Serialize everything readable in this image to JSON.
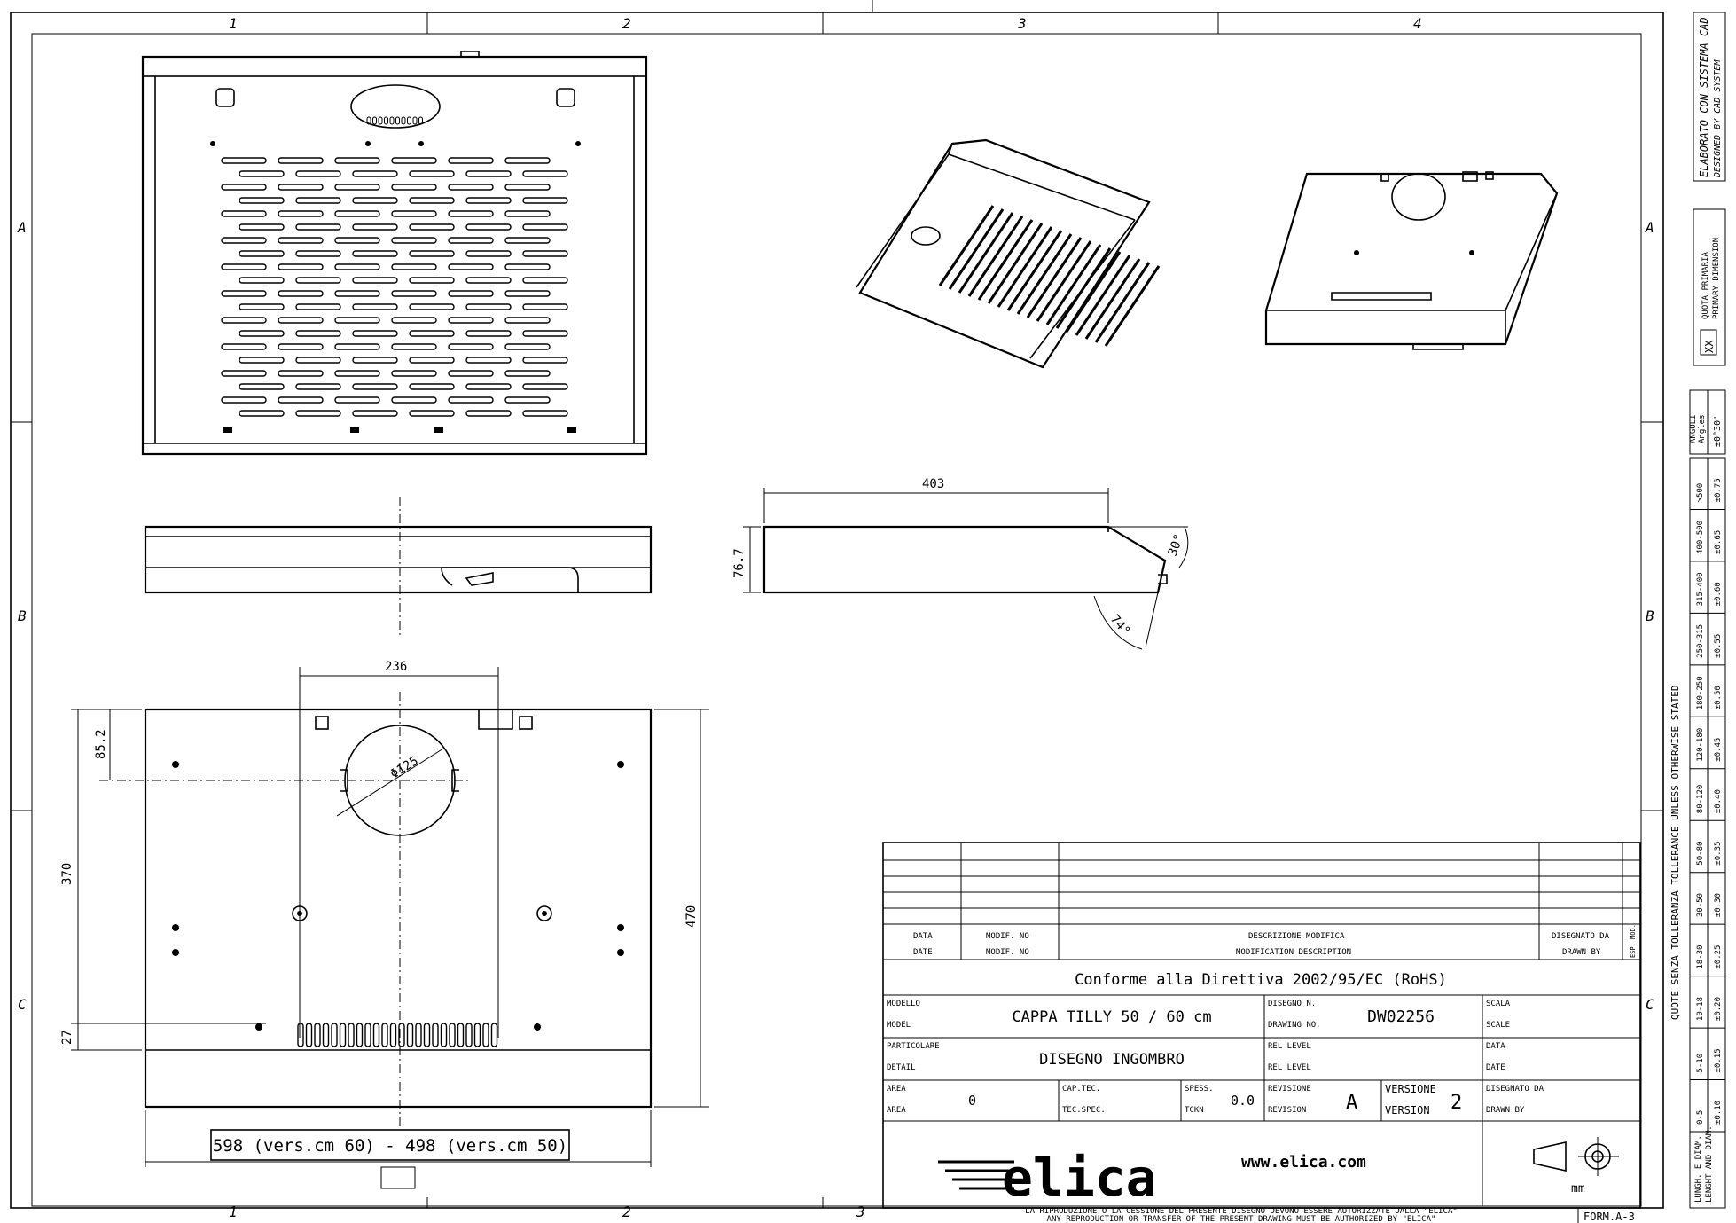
{
  "grid": {
    "columns": [
      "1",
      "2",
      "3",
      "4"
    ],
    "rows": [
      "A",
      "B",
      "C"
    ]
  },
  "side_strip": {
    "cad_line1": "ELABORATO CON SISTEMA CAD",
    "cad_line2": "DESIGNED BY CAD SYSTEM",
    "quota_line1": "QUOTA PRIMARIA",
    "quota_line2": "PRIMARY DIMENSION",
    "quota_box": "XX",
    "angles_label1": "ANGOLI",
    "angles_label2": "Angles",
    "angles_value": "±0°30'",
    "tolerance_title1": "QUOTE SENZA TOLLERANZA   TOLLERANCE UNLESS OTHERWISE STATED",
    "tolerance_ranges": [
      {
        "range": ">500",
        "tol": "±0.75"
      },
      {
        "range": "400-500",
        "tol": "±0.65"
      },
      {
        "range": "315-400",
        "tol": "±0.60"
      },
      {
        "range": "250-315",
        "tol": "±0.55"
      },
      {
        "range": "180-250",
        "tol": "±0.50"
      },
      {
        "range": "120-180",
        "tol": "±0.45"
      },
      {
        "range": "80-120",
        "tol": "±0.40"
      },
      {
        "range": "50-80",
        "tol": "±0.35"
      },
      {
        "range": "30-50",
        "tol": "±0.30"
      },
      {
        "range": "18-30",
        "tol": "±0.25"
      },
      {
        "range": "10-18",
        "tol": "±0.20"
      },
      {
        "range": "5-10",
        "tol": "±0.15"
      },
      {
        "range": "0-5",
        "tol": "±0.10"
      }
    ],
    "lungh_line1": "LUNGH. E DIAM.",
    "lungh_line2": "LENGHT AND DIAM."
  },
  "dimensions": {
    "side_length": "403",
    "side_height": "76.7",
    "angle_top": "30°",
    "angle_bottom": "74°",
    "outlet_spacing": "236",
    "outlet_offset": "85.2",
    "outlet_diameter": "Φ125",
    "depth_370": "370",
    "depth_27": "27",
    "depth_470": "470",
    "width_label": "598 (vers.cm 60) - 498 (vers.cm 50)"
  },
  "title_block": {
    "rev_header": {
      "data": "DATA",
      "date": "DATE",
      "modif": "MODIF. NO",
      "modif2": "MODIF. NO",
      "desc": "DESCRIZIONE MODIFICA",
      "desc2": "MODIFICATION DESCRIPTION",
      "drawn": "DISEGNATO DA",
      "drawn2": "DRAWN BY",
      "esp": "ESP. MOD."
    },
    "conformity": "Conforme alla Direttiva 2002/95/EC (RoHS)",
    "modello_label": "MODELLO",
    "model_label": "MODEL",
    "model_value": "CAPPA TILLY 50 / 60 cm",
    "disegno_label": "DISEGNO N.",
    "drawing_label": "DRAWING NO.",
    "drawing_value": "DW02256",
    "scala_label": "SCALA",
    "scale_label": "SCALE",
    "particolare_label": "PARTICOLARE",
    "detail_label": "DETAIL",
    "detail_value": "DISEGNO INGOMBRO",
    "rel_level1": "REL LEVEL",
    "rel_level2": "REL LEVEL",
    "data_label": "DATA",
    "date_label": "DATE",
    "area_label": "AREA",
    "area_label2": "AREA",
    "area_value": "0",
    "captec_label": "CAP.TEC.",
    "tecspec_label": "TEC.SPEC.",
    "spess_label": "SPESS.",
    "tckn_label": "TCKN",
    "spess_value": "0.0",
    "revisione_label": "REVISIONE",
    "revision_label": "REVISION",
    "revision_value": "A",
    "versione_label": "VERSIONE",
    "version_label": "VERSION",
    "version_value": "2",
    "disegnato_label": "DISEGNATO DA",
    "drawnby_label": "DRAWN BY",
    "logo": "elica",
    "website": "www.elica.com",
    "units": "mm",
    "footer1": "LA RIPRODUZIONE O LA CESSIONE DEL PRESENTE DISEGNO DEVONO ESSERE AUTORIZZATE DALLA \"ELICA\"",
    "footer2": "ANY REPRODUCTION OR TRANSFER OF THE PRESENT DRAWING MUST BE AUTHORIZED BY \"ELICA\"",
    "form": "FORM.A-3"
  }
}
